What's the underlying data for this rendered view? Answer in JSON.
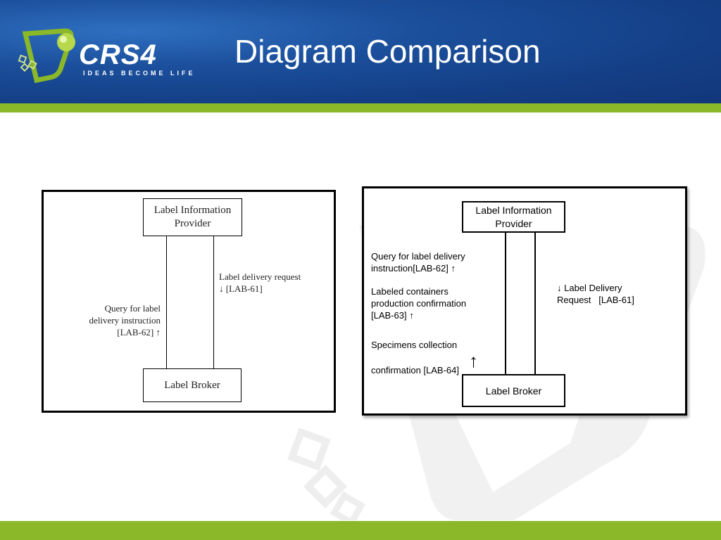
{
  "slide": {
    "title": "Diagram Comparison",
    "logo_text": "CRS4",
    "logo_tagline": "IDEAS BECOME LIFE"
  },
  "colors": {
    "header_blue": "#1b4f9c",
    "accent_green": "#8ab829"
  },
  "left_diagram": {
    "top_box": [
      "Label Information",
      "Provider"
    ],
    "bottom_box": "Label Broker",
    "right_label": [
      "Label delivery request",
      "↓ [LAB-61]"
    ],
    "left_label": [
      "Query for label",
      "delivery instruction",
      "[LAB-62] ↑"
    ]
  },
  "right_diagram": {
    "top_box": [
      "Label Information",
      "Provider"
    ],
    "bottom_box": "Label Broker",
    "right_label": [
      "↓ Label Delivery",
      "Request   [LAB-61]"
    ],
    "left_labels": {
      "query": [
        "Query for label delivery",
        "instruction[LAB-62] ↑"
      ],
      "labeled": [
        "Labeled containers",
        "production confirmation",
        "[LAB-63] ↑"
      ],
      "specimens": "Specimens collection",
      "confirmation": "confirmation [LAB-64]",
      "big_arrow": "↑"
    }
  }
}
